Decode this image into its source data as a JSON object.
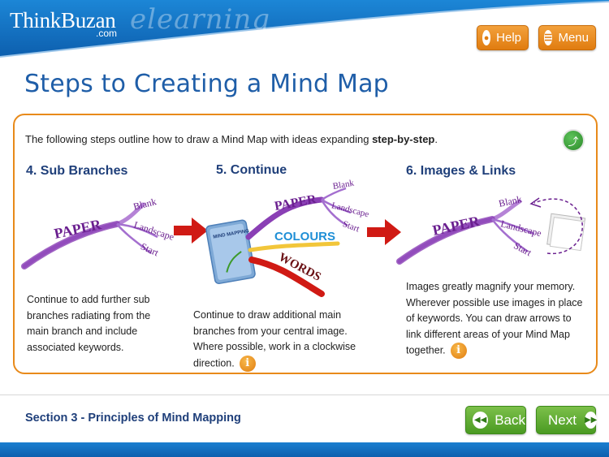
{
  "header": {
    "logo": "ThinkBuzan",
    "logo_suffix": ".com",
    "tagline": "elearning",
    "help_label": "Help",
    "menu_label": "Menu"
  },
  "page_title": "Steps to Creating a Mind Map",
  "intro": {
    "text": "The following steps outline how to draw a Mind Map with ideas expanding ",
    "bold": "step-by-step",
    "end": "."
  },
  "steps": [
    {
      "title": "4. Sub Branches",
      "text": "Continue to add further sub branches radiating from the main branch and include associated keywords.",
      "map": {
        "main": "PAPER",
        "subs": [
          "Blank",
          "Landscape",
          "Start"
        ]
      }
    },
    {
      "title": "5. Continue",
      "text": "Continue to draw additional main branches from your central image. Where possible, work in a clockwise direction.",
      "map": {
        "main": "PAPER",
        "subs": [
          "Blank",
          "Landscape",
          "Start"
        ],
        "branches": [
          "COLOURS",
          "WORDS"
        ],
        "book": "MIND MAPPING"
      }
    },
    {
      "title": "6. Images & Links",
      "text": "Images greatly magnify your memory. Wherever possible use images in place of keywords. You can draw arrows to link different areas of your Mind Map together.",
      "map": {
        "main": "PAPER",
        "subs": [
          "Blank",
          "Landscape",
          "Start"
        ]
      }
    }
  ],
  "footer": {
    "section": "Section 3 - Principles of Mind Mapping",
    "back_label": "Back",
    "next_label": "Next"
  },
  "colors": {
    "brand_blue": "#1a7fd0",
    "title_blue": "#1f5ea8",
    "accent_orange": "#e88a1a",
    "nav_green": "#4a9a22",
    "branch_purple": "#8a3fb5",
    "arrow_red": "#d01a14"
  },
  "icons": {
    "help": "person-icon",
    "menu": "list-icon",
    "panel": "screen-icon",
    "info": "info-icon",
    "back": "skip-back-icon",
    "next": "skip-forward-icon"
  }
}
